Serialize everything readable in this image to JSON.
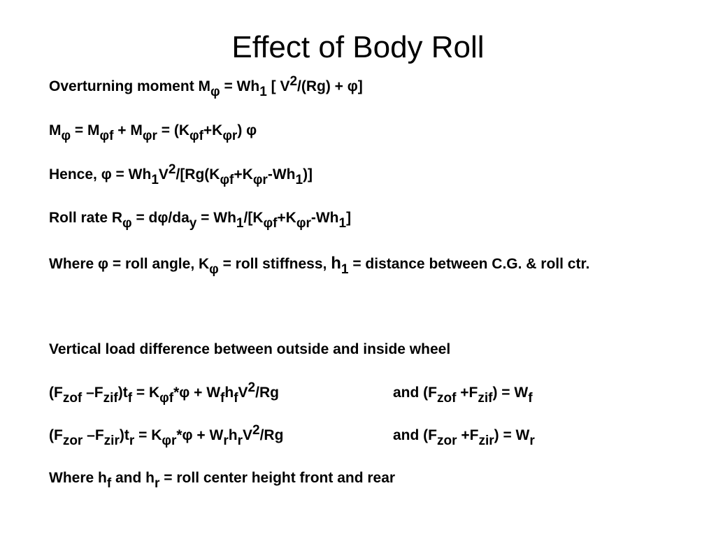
{
  "slide": {
    "title": "Effect of Body Roll",
    "roll_eq": {
      "a": "Overturning moment M",
      "a_sub": "φ",
      "b": " = Wh",
      "b_sub": "1",
      "c": " [ V",
      "c_sup": "2",
      "d": "/(Rg) + φ]"
    },
    "moment_eq": {
      "a": "M",
      "a_sub": "φ",
      "b": " = M",
      "b_sub": "φf",
      "c": " + M",
      "c_sub": "φr",
      "d": " = (K",
      "d_sub": "φf",
      "e": "+K",
      "e_sub": "φr",
      "f": ") φ"
    },
    "hence_eq": {
      "a": "Hence, φ = Wh",
      "a_sub": "1",
      "b": "V",
      "b_sup": "2",
      "c": "/[Rg(K",
      "c_sub": "φf",
      "d": "+K",
      "d_sub": "φr",
      "e": "-Wh",
      "e_sub": "1",
      "f": ")]"
    },
    "rate_eq": {
      "a": "Roll rate R",
      "a_sub": "φ",
      "b": " = dφ/da",
      "b_sub": "y",
      "c": " = Wh",
      "c_sub": "1",
      "d": "/[K",
      "d_sub": "φf",
      "e": "+K",
      "e_sub": "φr",
      "f": "-Wh",
      "f_sub": "1",
      "g": "]"
    },
    "where1": {
      "a": "Where φ = roll angle, K",
      "a_sub": "φ",
      "b": " = roll stiffness, ",
      "c": "h",
      "c_sub": "1",
      "d": " = distance between C.G. & roll ctr."
    },
    "vertical_heading": "Vertical load difference between outside and inside wheel",
    "front_eq": {
      "a": "(F",
      "a_sub": "zof",
      "b": " –F",
      "b_sub": "zif",
      "c": ")t",
      "c_sub": "f",
      "d": " = K",
      "d_sub": "φf",
      "e": "*φ + W",
      "e_sub": "f",
      "f": "h",
      "f_sub": "f",
      "g": "V",
      "g_sup": "2",
      "h": "/Rg",
      "r_a": "and (F",
      "r_a_sub": "zof",
      "r_b": " +F",
      "r_b_sub": "zif",
      "r_c": ") = W",
      "r_c_sub": "f"
    },
    "rear_eq": {
      "a": "(F",
      "a_sub": "zor",
      "b": " –F",
      "b_sub": "zir",
      "c": ")t",
      "c_sub": "r",
      "d": " = K",
      "d_sub": "φr",
      "e": "*φ + W",
      "e_sub": "r",
      "f": "h",
      "f_sub": "r",
      "g": "V",
      "g_sup": "2",
      "h": "/Rg",
      "r_a": "and (F",
      "r_a_sub": "zor",
      "r_b": " +F",
      "r_b_sub": "zir",
      "r_c": ") = W",
      "r_c_sub": "r"
    },
    "where2": {
      "a": "Where h",
      "a_sub": "f",
      "b": " and h",
      "b_sub": "r",
      "c": " = roll center height front and rear"
    }
  }
}
